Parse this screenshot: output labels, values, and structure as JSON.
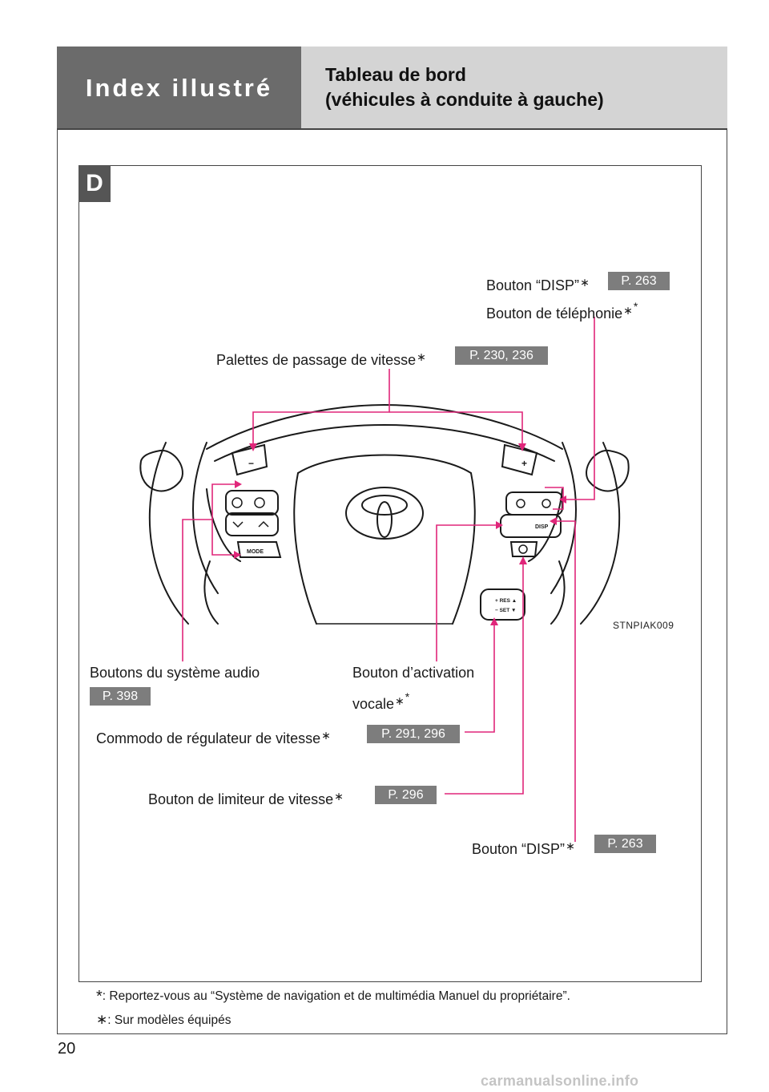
{
  "header": {
    "section": "Index illustré",
    "title_line1": "Tableau de bord",
    "title_line2": "(véhicules à conduite à gauche)"
  },
  "badge": "D",
  "labels": {
    "disp_top": "Bouton “DISP”",
    "phone": "Bouton de téléphonie",
    "paddles": "Palettes de passage de vitesse",
    "audio": "Boutons du système audio",
    "voice_line1": "Bouton d’activation",
    "voice_line2": "vocale",
    "cruise": "Commodo de régulateur de vitesse",
    "limiter": "Bouton de limiteur de vitesse",
    "disp_bottom": "Bouton “DISP”"
  },
  "refs": {
    "disp_top": "P. 263",
    "paddles": "P. 230, 236",
    "audio": "P. 398",
    "cruise": "P. 291, 296",
    "limiter": "P. 296",
    "disp_bottom": "P. 263"
  },
  "marks": {
    "equipped": "∗",
    "see_manual": "*"
  },
  "wheel_text": {
    "mode": "MODE",
    "disp": "DISP",
    "minus": "−",
    "plus": "+",
    "res": "+ RES ▲",
    "set": "− SET ▼"
  },
  "image_code": "STNPIAK009",
  "footnotes": {
    "n1_mark": "*",
    "n1_text": ": Reportez-vous au “Système de navigation et de multimédia Manuel du propriétaire”.",
    "n2_mark": "∗",
    "n2_text": ": Sur modèles équipés"
  },
  "page_number": "20",
  "watermark": "carmanualsonline.info",
  "colors": {
    "callout": "#e0267a",
    "header_dark": "#6b6b6b",
    "header_light": "#d4d4d4",
    "ref_bg": "#7d7d7d"
  }
}
